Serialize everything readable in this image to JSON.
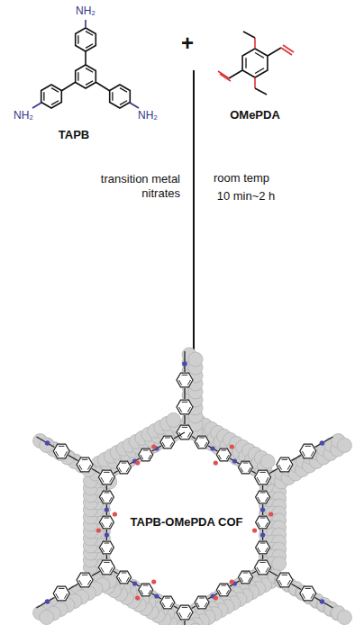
{
  "diagram": {
    "labels": [
      "NH₂",
      "NH₂",
      "NH₂",
      "TAPB",
      "+",
      "OMePDA",
      "transition metal nitrates",
      "room temp",
      "10 min~2 h",
      "TAPB-OMePDA COF"
    ]
  }
}
